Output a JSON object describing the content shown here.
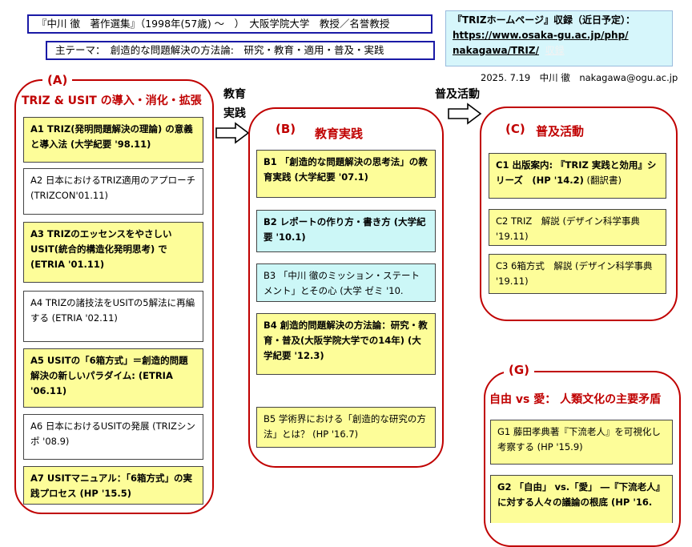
{
  "header": {
    "title": "『中川 徹　著作選集』（1998年(57歳) ～　）　大阪学院大学　教授／名誉教授",
    "theme": "主テーマ：　創造的な問題解決の方法論:　研究・教育・適用・普及・実践"
  },
  "homepage": {
    "line1": "『TRIZホームページ』収録（近日予定）：",
    "link1": "https://www.osaka-gu.ac.jp/php/",
    "link2": "nakagawa/TRIZ/",
    "tag": "収録"
  },
  "date_line": "2025. 7.19　中川 徹　nakagawa@ogu.ac.jp",
  "arrows": {
    "education_1": "教育",
    "education_2": "実践",
    "spread": "普及活動"
  },
  "sections": {
    "A": {
      "label": "(A)",
      "title": "TRIZ & USIT の導入・消化・拡張"
    },
    "B": {
      "label": "(B)",
      "title": "教育実践"
    },
    "C": {
      "label": "(C)",
      "title": "普及活動"
    },
    "G": {
      "label": "(G)",
      "title": "自由 vs 愛： 人類文化の主要矛盾"
    }
  },
  "cards": {
    "A1": "A1 TRIZ(発明問題解決の理論) の意義と導入法 (大学紀要 '98.11)",
    "A2": "A2 日本におけるTRIZ適用のアプローチ (TRIZCON'01.11)",
    "A3": "A3 TRIZのエッセンスをやさしいUSIT(統合的構造化発明思考) で (ETRIA '01.11)",
    "A4": "A4 TRIZの諸技法をUSITの5解法に再編する (ETRIA '02.11)",
    "A5": "A5 USITの「6箱方式」＝創造的問題解決の新しいパラダイム: (ETRIA '06.11)",
    "A6": "A6 日本におけるUSITの発展 (TRIZシンポ '08.9)",
    "A7": "A7 USITマニュアル：「6箱方式」の実践プロセス (HP '15.5)",
    "B1": "B1 「創造的な問題解決の思考法」の教育実践 (大学紀要 '07.1)",
    "B2": "B2 レポートの作り方・書き方 (大学紀要 '10.1)",
    "B3": "B3 「中川 徹のミッション・ステートメント」とその心 (大学 ゼミ '10.",
    "B4": "B4 創造的問題解決の方法論：研究・教育・普及(大阪学院大学での14年) (大学紀要 '12.3)",
    "B5": "B5 学術界における「創造的な研究の方法」とは？ (HP '16.7)",
    "C1_main": "C1 出版案内: 『TRIZ 実践と効用』シリーズ　(HP '14.2)",
    "C1_note": "(翻訳書)",
    "C2": "C2 TRIZ　解説 (デザイン科学事典 '19.11)",
    "C3": "C3 6箱方式　解説 (デザイン科学事典 '19.11)",
    "G1": "G1 藤田孝典著『下流老人』を可視化し考察する (HP '15.9)",
    "G2": "G2 「自由」 vs.「愛」 ―『下流老人』に対する人々の議論の根底 (HP '16."
  },
  "colors": {
    "accent_red": "#c00000",
    "header_blue": "#1a1aa6",
    "card_yellow": "#fdfd99",
    "card_cyan": "#ccf7f7",
    "info_cyan": "#d6f6fb"
  }
}
